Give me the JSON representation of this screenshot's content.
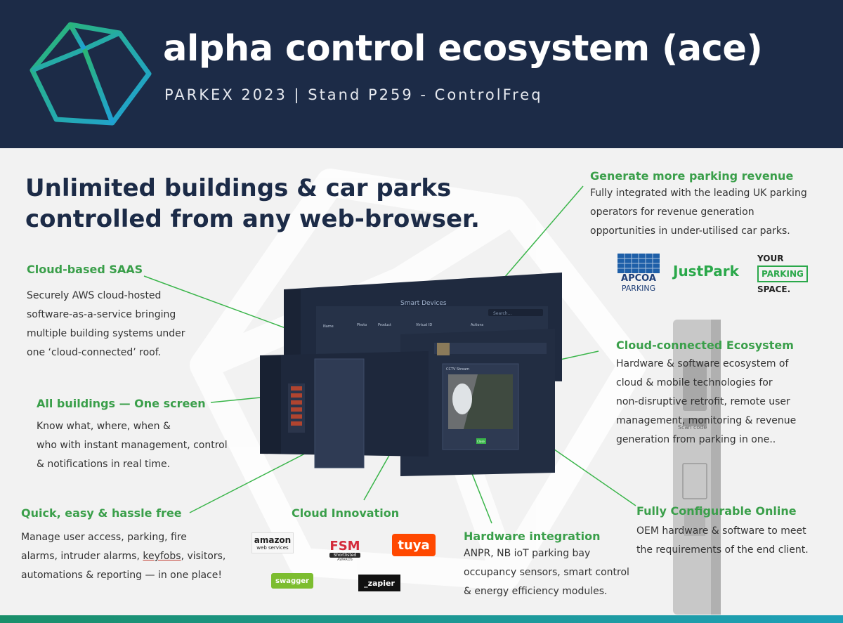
{
  "header": {
    "title": "alpha control ecosystem (ace)",
    "subtitle": "PARKEX 2023 | Stand P259 - ControlFreq"
  },
  "headline": {
    "line1": "Unlimited buildings & car parks",
    "line2": "controlled from any web-browser."
  },
  "features": {
    "cloud_saas": {
      "title": "Cloud-based SAAS",
      "lines": [
        "Securely AWS cloud-hosted",
        "software-as-a-service bringing",
        "multiple building systems under",
        "one ‘cloud-connected’ roof."
      ]
    },
    "all_buildings": {
      "title": "All buildings — One screen",
      "lines": [
        "Know what, where, when &",
        "who with instant management, control",
        "& notifications in real time."
      ]
    },
    "quick_easy": {
      "title": "Quick, easy & hassle free",
      "line1": "Manage user access, parking, fire",
      "line2_pre": "alarms, intruder alarms, ",
      "line2_kf": "keyfobs",
      "line2_post": ", visitors,",
      "line3": "automations & reporting — in one place!"
    },
    "cloud_innovation": {
      "title": "Cloud Innovation"
    },
    "hardware": {
      "title": "Hardware integration",
      "lines": [
        "ANPR, NB ioT parking bay",
        "occupancy sensors, smart control",
        "& energy efficiency modules."
      ]
    },
    "configurable": {
      "title": "Fully Configurable Online",
      "lines": [
        "OEM hardware & software to meet",
        "the requirements of the end client."
      ]
    },
    "ecosystem": {
      "title": "Cloud-connected Ecosystem",
      "lines": [
        "Hardware & software ecosystem of",
        "cloud & mobile technologies for",
        "non-disruptive retrofit, remote user",
        "management, monitoring & revenue",
        "generation from parking in one.."
      ]
    },
    "revenue": {
      "title": "Generate more parking revenue",
      "lines": [
        "Fully integrated with the leading UK parking",
        "operators for revenue generation",
        "opportunities in under-utilised car parks."
      ]
    }
  },
  "partners": {
    "apcoa_line1": "APCOA",
    "apcoa_line2": "PARKING",
    "justpark": "JustPark",
    "yps_line1": "YOUR",
    "yps_line2": "PARKING",
    "yps_line3": "SPACE."
  },
  "tech_logos": {
    "amazon": "amazon",
    "amazon_sub": "web services",
    "fsm": "FSM",
    "fsm_sub": "AWARDS",
    "fsm_ribbon": "Shortlisted",
    "tuya": "tuya",
    "swagger": "swagger",
    "zapier": "_zapier"
  },
  "screens": {
    "main_title": "Smart Devices",
    "search": "Search...",
    "col_name": "Name",
    "col_photo": "Photo",
    "col_product": "Product",
    "col_virtual": "Virtual ID",
    "col_actions": "Actions",
    "cctv": "CCTV Stream",
    "close_btn": "Close"
  },
  "kiosk": {
    "scan_label": "Scan code"
  },
  "colors": {
    "navy": "#1c2b47",
    "green": "#3a9f4a",
    "accent_line": "#2aa84a"
  }
}
